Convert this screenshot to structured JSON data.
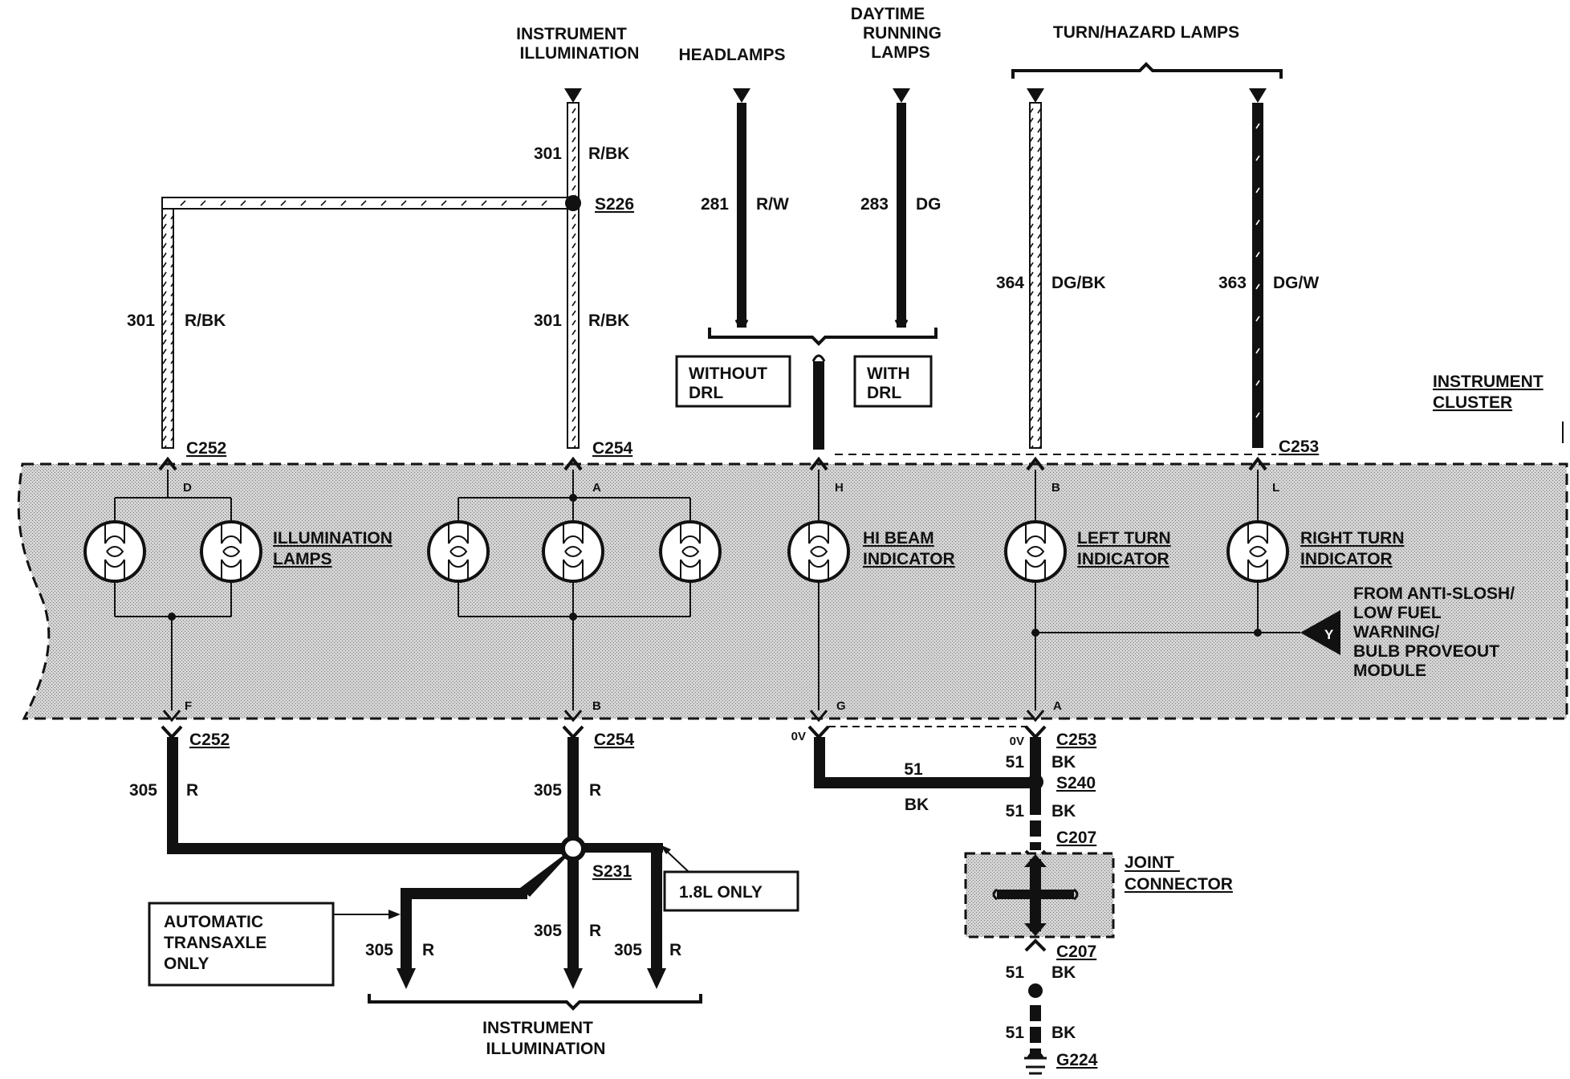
{
  "colors": {
    "ink": "#111111",
    "cluster_fill": "#c8c8c8",
    "background": "#ffffff"
  },
  "headers": {
    "instrument_illumination": [
      "INSTRUMENT",
      "ILLUMINATION"
    ],
    "headlamps": "HEADLAMPS",
    "daytime_running_lamps": [
      "DAYTIME",
      "RUNNING",
      "LAMPS"
    ],
    "turn_hazard_lamps": "TURN/HAZARD LAMPS"
  },
  "wires_top": {
    "w301_top": {
      "circuit": "301",
      "color": "R/BK"
    },
    "w301_left": {
      "circuit": "301",
      "color": "R/BK"
    },
    "w301_mid": {
      "circuit": "301",
      "color": "R/BK"
    },
    "w281": {
      "circuit": "281",
      "color": "R/W"
    },
    "w283": {
      "circuit": "283",
      "color": "DG"
    },
    "w364": {
      "circuit": "364",
      "color": "DG/BK"
    },
    "w363": {
      "circuit": "363",
      "color": "DG/W"
    }
  },
  "splices": {
    "s226": "S226",
    "s231": "S231",
    "s240": "S240"
  },
  "options": {
    "without_drl": [
      "WITHOUT",
      "DRL"
    ],
    "with_drl": [
      "WITH",
      "DRL"
    ],
    "only_18l": "1.8L ONLY",
    "auto_transaxle": [
      "AUTOMATIC",
      "TRANSAXLE",
      "ONLY"
    ]
  },
  "cluster": {
    "title": [
      "INSTRUMENT",
      "CLUSTER"
    ],
    "connectors_top": {
      "c252": "C252",
      "c254": "C254",
      "c253": "C253"
    },
    "pins_top": {
      "d": "D",
      "a": "A",
      "h": "H",
      "b": "B",
      "l": "L"
    },
    "pins_bottom": {
      "f": "F",
      "b": "B",
      "g": "G",
      "a": "A"
    },
    "illumination_lamps": [
      "ILLUMINATION",
      "LAMPS"
    ],
    "hi_beam": [
      "HI BEAM",
      "INDICATOR"
    ],
    "left_turn": [
      "LEFT TURN",
      "INDICATOR"
    ],
    "right_turn": [
      "RIGHT TURN",
      "INDICATOR"
    ],
    "module_note": [
      "FROM ANTI-SLOSH/",
      "LOW FUEL",
      "WARNING/",
      "BULB PROVEOUT",
      "MODULE"
    ],
    "module_letter": "Y"
  },
  "bottom": {
    "c252": "C252",
    "c254": "C254",
    "c253": "C253",
    "w305_left": {
      "circuit": "305",
      "color": "R"
    },
    "w305_mid": {
      "circuit": "305",
      "color": "R"
    },
    "w305_b1": {
      "circuit": "305",
      "color": "R"
    },
    "w305_b2": {
      "circuit": "305",
      "color": "R"
    },
    "w305_b3": {
      "circuit": "305",
      "color": "R"
    },
    "instrument_illumination": [
      "INSTRUMENT",
      "ILLUMINATION"
    ],
    "volt_left": "0V",
    "volt_right": "0V",
    "w51_top": {
      "circuit": "51",
      "color": "BK"
    },
    "w51_horiz": {
      "circuit": "51",
      "color": "BK"
    },
    "w51_mid": {
      "circuit": "51",
      "color": "BK"
    },
    "w51_low": {
      "circuit": "51",
      "color": "BK"
    },
    "w51_bottom": {
      "circuit": "51",
      "color": "BK"
    },
    "c207_top": "C207",
    "c207_bottom": "C207",
    "joint_connector": [
      "JOINT",
      "CONNECTOR"
    ],
    "ground": "G224"
  }
}
